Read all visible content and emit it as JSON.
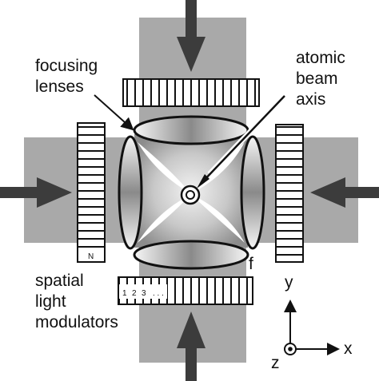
{
  "labels": {
    "focusing_lenses": [
      "focusing",
      "lenses"
    ],
    "atomic_beam_axis": [
      "atomic",
      "beam",
      "axis"
    ],
    "spatial_light_modulators": [
      "spatial",
      "light",
      "modulators"
    ],
    "focal_label": "f",
    "modulator_end_index": "N",
    "modulator_indices": [
      "1",
      "2",
      "3",
      ". . ."
    ],
    "axis_y": "y",
    "axis_x": "x",
    "axis_z": "z"
  },
  "colors": {
    "beam_gray": "#a9a9a9",
    "arrow_dark": "#3c3c3c",
    "outline": "#111111"
  }
}
